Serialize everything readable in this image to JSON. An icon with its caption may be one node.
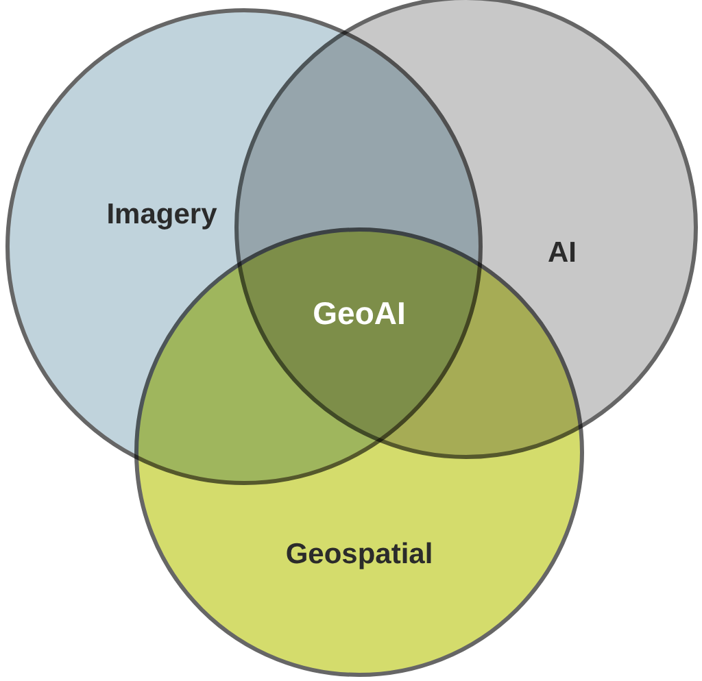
{
  "diagram": {
    "nodes": [
      {
        "text": [
          "Imagery"
        ]
      },
      {
        "text": [
          "AI"
        ]
      },
      {
        "text": [
          "Geospatial"
        ]
      }
    ],
    "labels": [
      "GeoAI"
    ]
  }
}
